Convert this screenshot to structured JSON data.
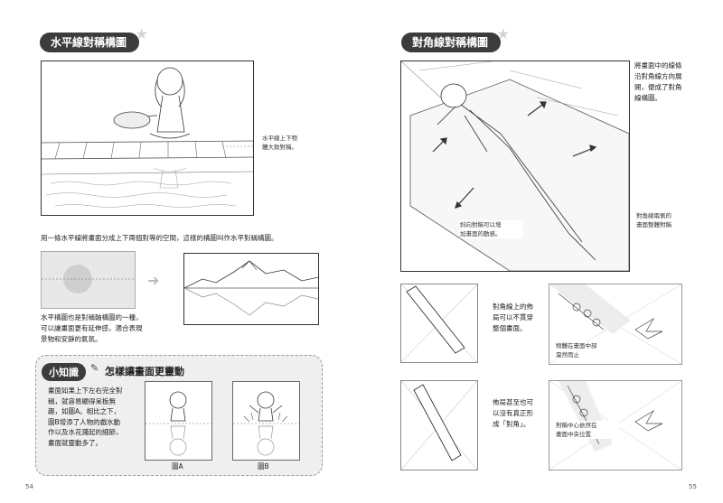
{
  "left": {
    "heading": "水平線對稱構圖",
    "note_horizon": "水平線上下物\n體大致對稱。",
    "desc": "用一條水平線將畫面分成上下兩個對等的空間，這樣的構圖叫作水平對稱構圖。",
    "summary": "水平構圖也是對稱軸構圖的一種，\n可以讓畫面更有延伸感，適合表現\n景物和安靜的氣氛。",
    "tip": {
      "badge": "小知識",
      "title": "怎樣讓畫面更靈動",
      "text": "畫面如果上下左右完全對\n稱，就容易顯得呆板無\n趣，如圖A。相比之下，\n圖B增添了人物的戲水動\n作以及水花濺起的細節，\n畫面就靈動多了。",
      "label_a": "圖A",
      "label_b": "圖B"
    },
    "page_number": "54"
  },
  "right": {
    "heading": "對角線對稱構圖",
    "intro": "將畫面中的線條\n沿對角線方向展\n開，便成了對角\n線構圖。",
    "note_left": "斜向對稱可以增\n加畫面的動感。",
    "note_right": "對角線兩側的\n畫面整體對稱",
    "row1_text": "對角線上的佈\n局可以不貫穿\n整個畫面。",
    "row1_note": "物體在畫面中部\n戛然而止",
    "row2_text": "佈局甚至也可\n以沒有真正形\n成「對角」。",
    "row2_note": "對稱中心依然在\n畫面中央位置",
    "page_number": "55"
  }
}
